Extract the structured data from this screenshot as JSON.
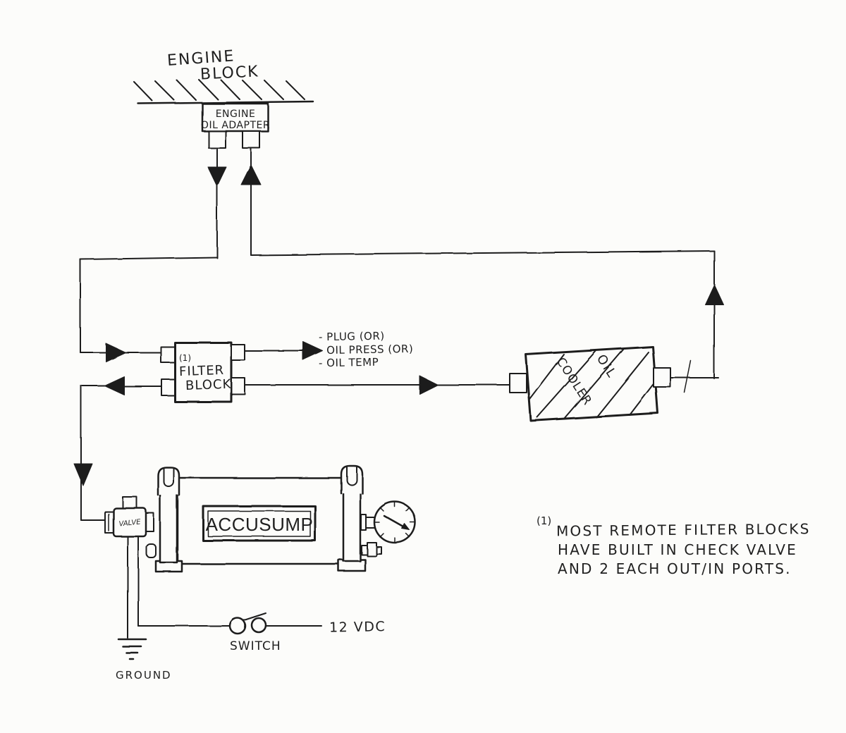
{
  "colors": {
    "ink": "#1f1f1f",
    "paper": "#fcfcfa"
  },
  "engine_block": {
    "title_line1": "ENGINE",
    "title_line2": "BLOCK"
  },
  "oil_adapter": {
    "line1": "ENGINE",
    "line2": "OIL ADAPTER"
  },
  "filter_block": {
    "footnote_ref": "(1)",
    "line1": "FILTER",
    "line2": "BLOCK"
  },
  "port_options": {
    "item1": "- PLUG (OR)",
    "item2": "- OIL PRESS (OR)",
    "item3": "- OIL TEMP"
  },
  "oil_cooler": {
    "word1": "OIL",
    "word2": "COOLER"
  },
  "accusump": {
    "label": "ACCUSUMP"
  },
  "valve": {
    "label": "VALVE"
  },
  "electrical": {
    "power": "12 VDC",
    "switch": "SWITCH",
    "ground": "GROUND"
  },
  "footnote": {
    "ref": "(1)",
    "line1": "MOST REMOTE FILTER BLOCKS",
    "line2": "HAVE BUILT IN CHECK VALVE",
    "line3": "AND 2 EACH OUT/IN PORTS."
  }
}
